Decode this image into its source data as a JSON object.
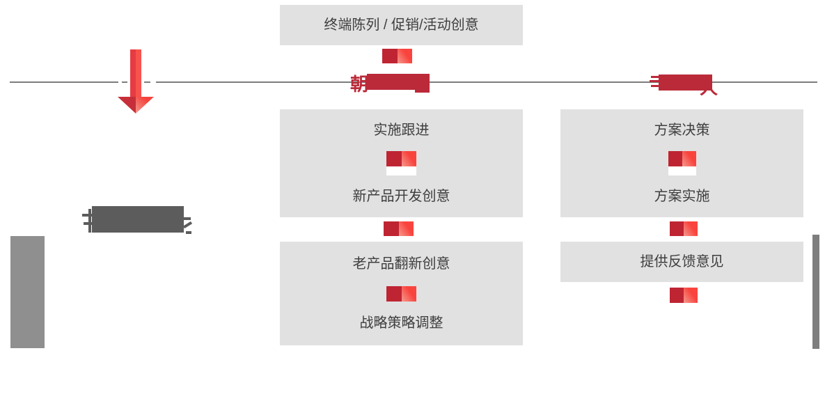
{
  "slide": {
    "top_box_label": "终端陈列 / 促销/活动创意",
    "center_header": {
      "visible_prefix": "朝",
      "obscured": true
    },
    "right_header": {
      "visible_suffix": "人",
      "obscured": true
    },
    "left_title": {
      "obscured": true
    },
    "middle_column": {
      "box1_items": [
        "实施跟进",
        "新产品开发创意"
      ],
      "box2_items": [
        "老产品翻新创意",
        "战略策略调整"
      ]
    },
    "right_column": {
      "box1_items": [
        "方案决策",
        "方案实施"
      ],
      "box2_items": [
        "提供反馈意见"
      ]
    },
    "colors": {
      "accent_red": "#bb2a39",
      "bright_red": "#f9443e",
      "marker_dark_red": "#bf2433",
      "box_gray": "#e1e1e1",
      "line_gray": "#7c7c7c",
      "left_bar_gray": "#8f8f8f",
      "right_bar_gray": "#7e7e7e",
      "text_dark": "#3e3e3e",
      "title_gray": "#5c5c5c"
    },
    "icons": {
      "down_arrow": "big-red-down-arrow",
      "marker": "red-marker",
      "flag_marker": "red-white-flag-marker"
    }
  }
}
